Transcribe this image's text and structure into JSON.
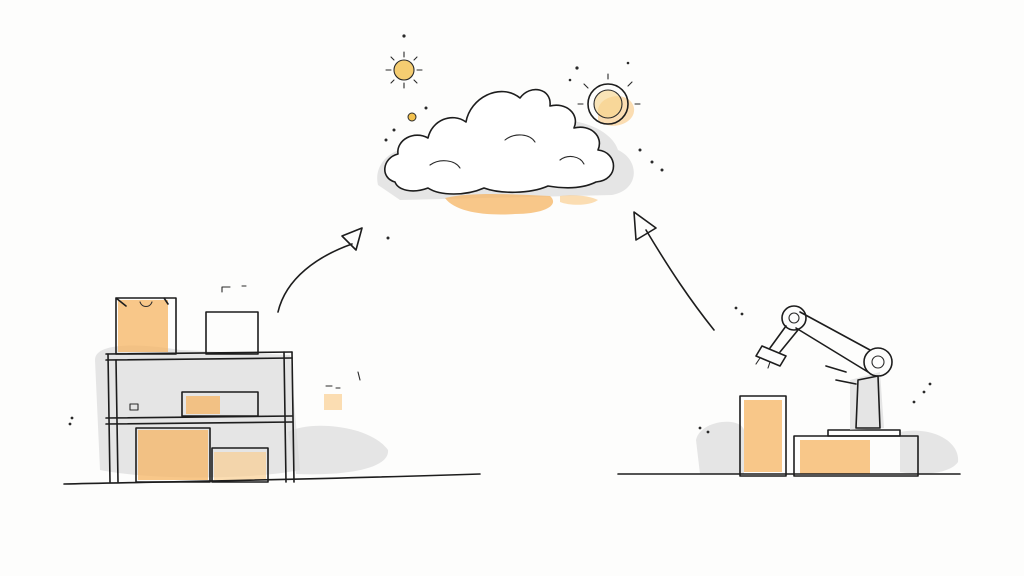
{
  "scene": {
    "style": "hand-drawn ink sketch with grey and orange watercolor wash",
    "colors": {
      "ink": "#1d1d1d",
      "wash_grey": "#d9d9d9",
      "wash_orange": "#f5b463",
      "sun_yellow": "#f2c14e",
      "background": "#fdfdfc"
    },
    "elements": [
      "cloud-with-suns",
      "warehouse-shelving-with-boxes",
      "robotic-arm-workstation",
      "curved-arrows-to-cloud"
    ]
  }
}
